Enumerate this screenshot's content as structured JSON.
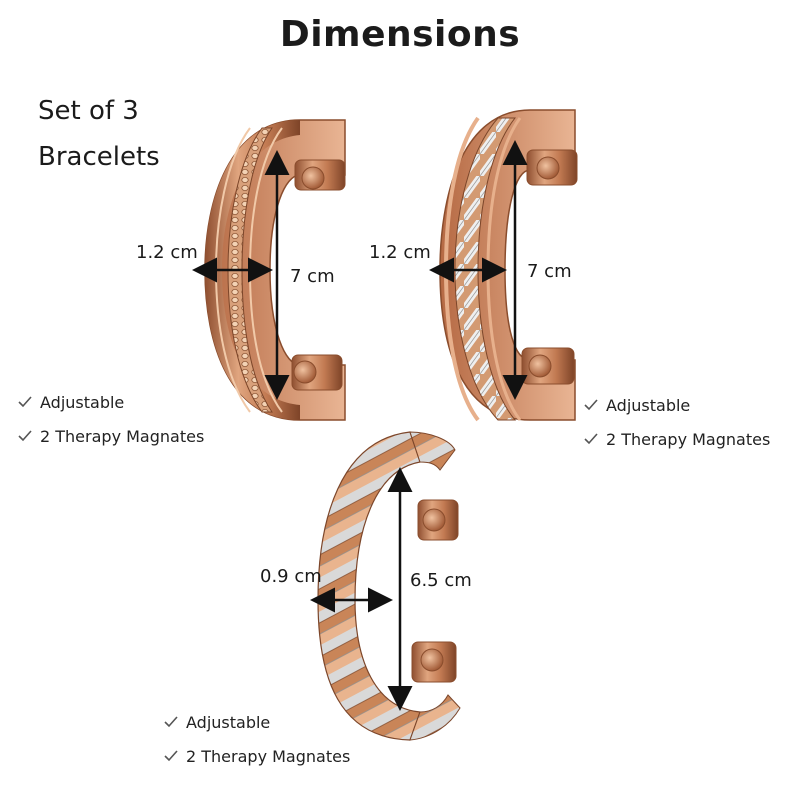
{
  "header": {
    "title": "Dimensions"
  },
  "set_label": {
    "line1": "Set of 3",
    "line2": "Bracelets"
  },
  "colors": {
    "copper": "#c7845e",
    "copper_dark": "#9a5a38",
    "silver": "#d6d6d6",
    "arrow": "#111111"
  },
  "bracelets": [
    {
      "name": "engraved-band",
      "width_label": "1.2 cm",
      "diameter_label": "7 cm",
      "features": [
        "Adjustable",
        "2 Therapy Magnates"
      ]
    },
    {
      "name": "twisted-inlay-band",
      "width_label": "1.2 cm",
      "diameter_label": "7 cm",
      "features": [
        "Adjustable",
        "2 Therapy Magnates"
      ]
    },
    {
      "name": "rope-twist",
      "width_label": "0.9 cm",
      "diameter_label": "6.5 cm",
      "features": [
        "Adjustable",
        "2 Therapy Magnates"
      ]
    }
  ],
  "icons": {
    "check": "check-icon",
    "magnet": "magnet-icon"
  }
}
